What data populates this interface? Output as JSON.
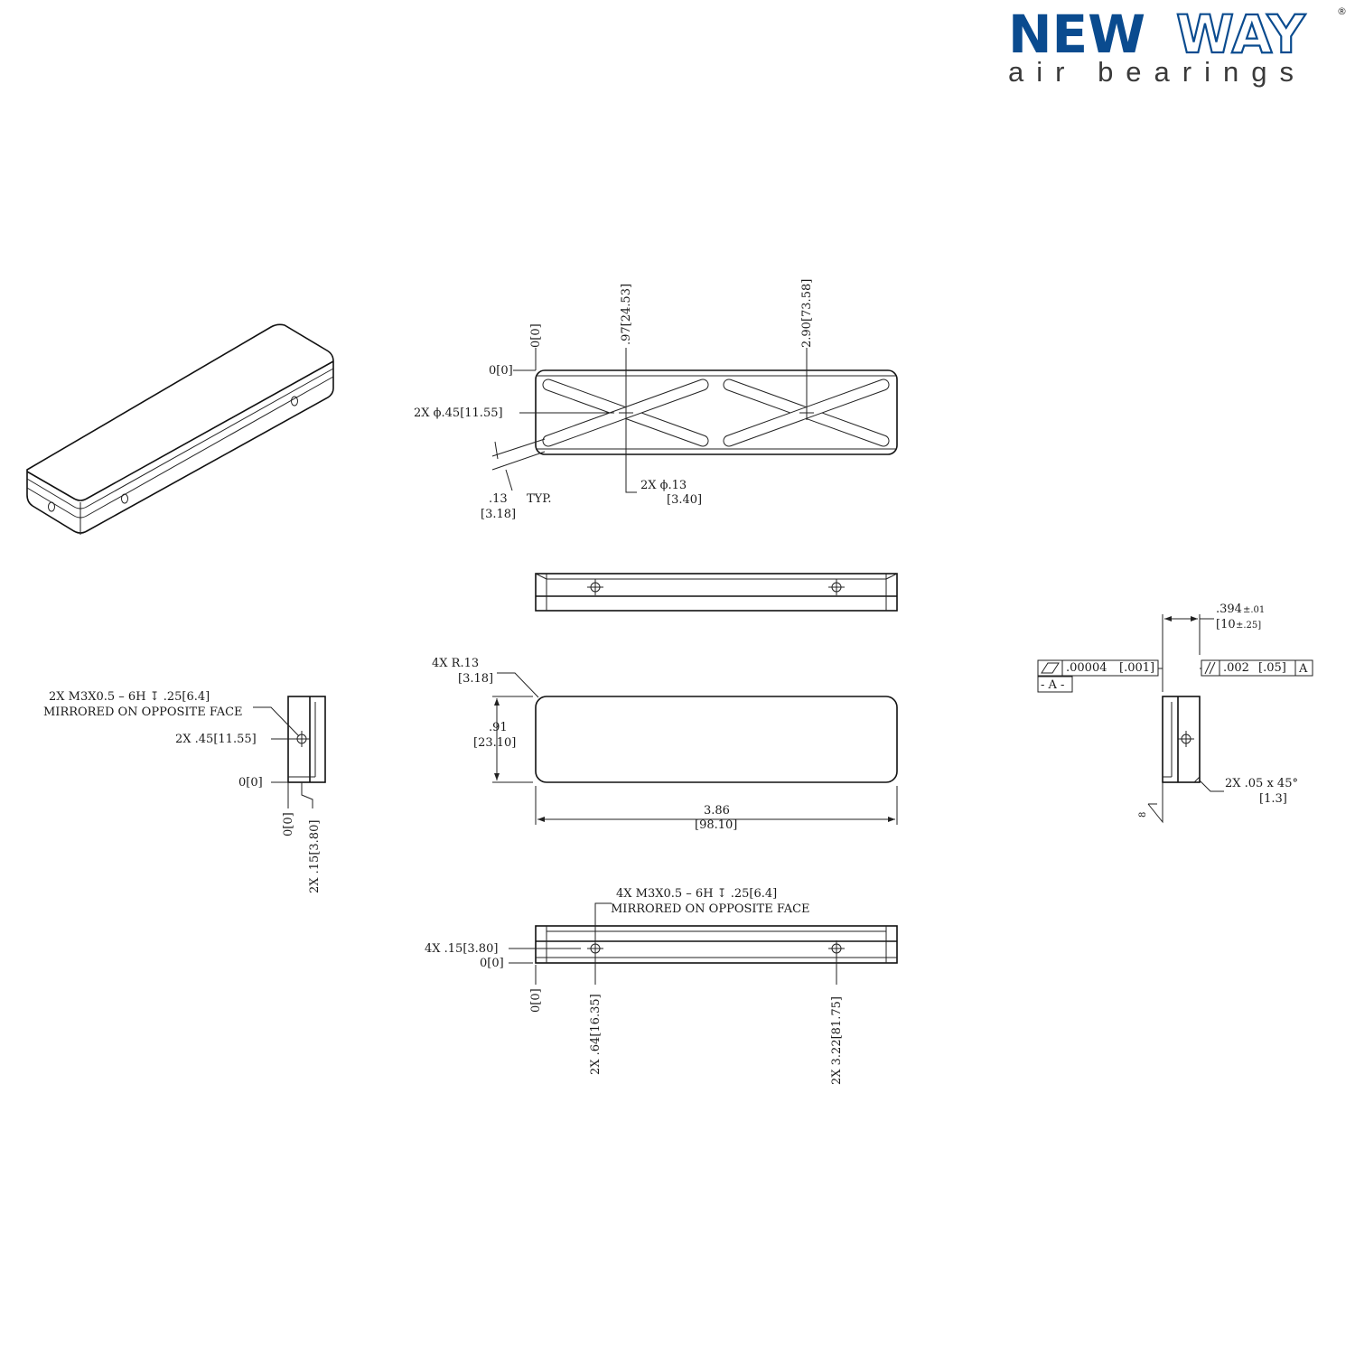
{
  "logo": {
    "brand_bold": "NEW",
    "brand_outline": "WAY",
    "registered": "®",
    "tagline": "air bearings",
    "brand_color": "#0a4b8f"
  },
  "top_view": {
    "origin_y": "0[0]",
    "origin_x": "0[0]",
    "pos1": ".97[24.53]",
    "pos2": "2.90[73.58]",
    "bore_dia": "2X  ϕ.45[11.55]",
    "groove_width": ".13",
    "groove_width_mm": "[3.18]",
    "groove_typ": "TYP.",
    "orifice": "2X   ϕ.13",
    "orifice_mm": "[3.40]"
  },
  "front_view": {
    "radius": "4X   R.13",
    "radius_mm": "[3.18]",
    "height": ".91",
    "height_mm": "[23.10]",
    "length": "3.86",
    "length_mm": "[98.10]"
  },
  "left_view": {
    "thread_note": "2X  M3X0.5  –  6H  ↧  .25[6.4]",
    "mirror_note": "MIRRORED  ON  OPPOSITE  FACE",
    "hole_pos": "2X  .45[11.55]",
    "origin_h": "0[0]",
    "origin_v": "0[0]",
    "depth_pos": "2X  .15[3.80]"
  },
  "bottom_view": {
    "thread_note": "4X  M3X0.5  –  6H  ↧  .25[6.4]",
    "mirror_note": "MIRRORED  ON  OPPOSITE  FACE",
    "depth_pos": "4X  .15[3.80]",
    "origin_h": "0[0]",
    "origin_v": "0[0]",
    "pos1": "2X  .64[16.35]",
    "pos2": "2X  3.22[81.75]"
  },
  "right_view": {
    "thickness": ".394",
    "thickness_tol": "±.01",
    "thickness_mm": "[10",
    "thickness_mm_tol": "±.25]",
    "flatness_tol": ".00004",
    "flatness_tol_mm": "[.001]",
    "datum": "- A -",
    "parallel_tol": ".002",
    "parallel_tol_mm": "[.05]",
    "parallel_datum": "A",
    "chamfer": "2X     .05   x  45°",
    "chamfer_mm": "[1.3]",
    "surface_finish": "8"
  }
}
